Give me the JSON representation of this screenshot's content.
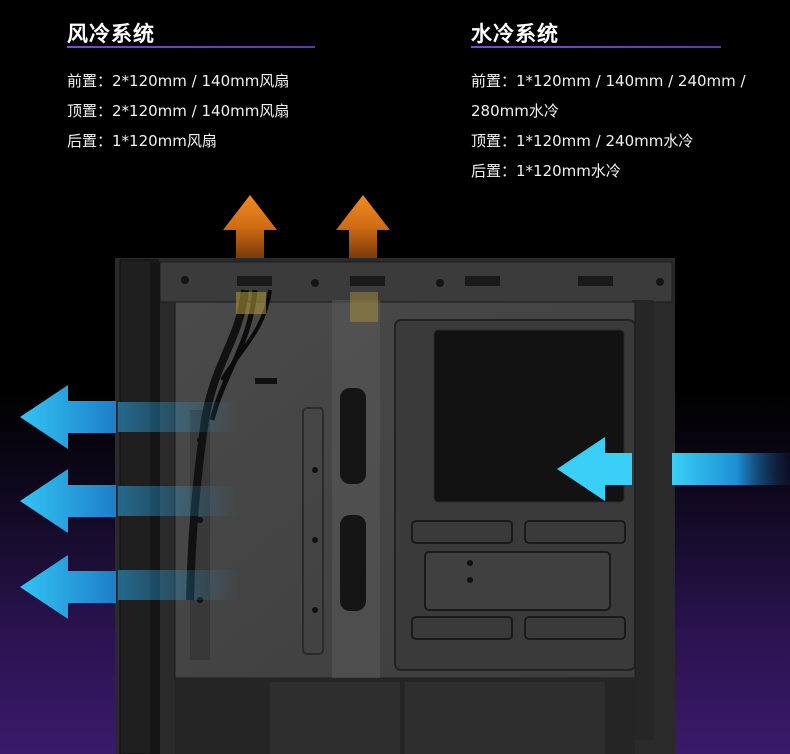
{
  "air_cooling": {
    "title": "风冷系统",
    "lines": [
      "前置：2*120mm / 140mm风扇",
      "顶置：2*120mm / 140mm风扇",
      "后置：1*120mm风扇"
    ]
  },
  "water_cooling": {
    "title": "水冷系统",
    "lines": [
      "前置：1*120mm / 140mm / 240mm /",
      "280mm水冷",
      "顶置：1*120mm / 240mm水冷",
      "后置：1*120mm水冷"
    ]
  },
  "colors": {
    "accent": "#7a4ad8",
    "exhaust_arrow": "#e07a1a",
    "intake_arrow": "#29b8ee"
  }
}
